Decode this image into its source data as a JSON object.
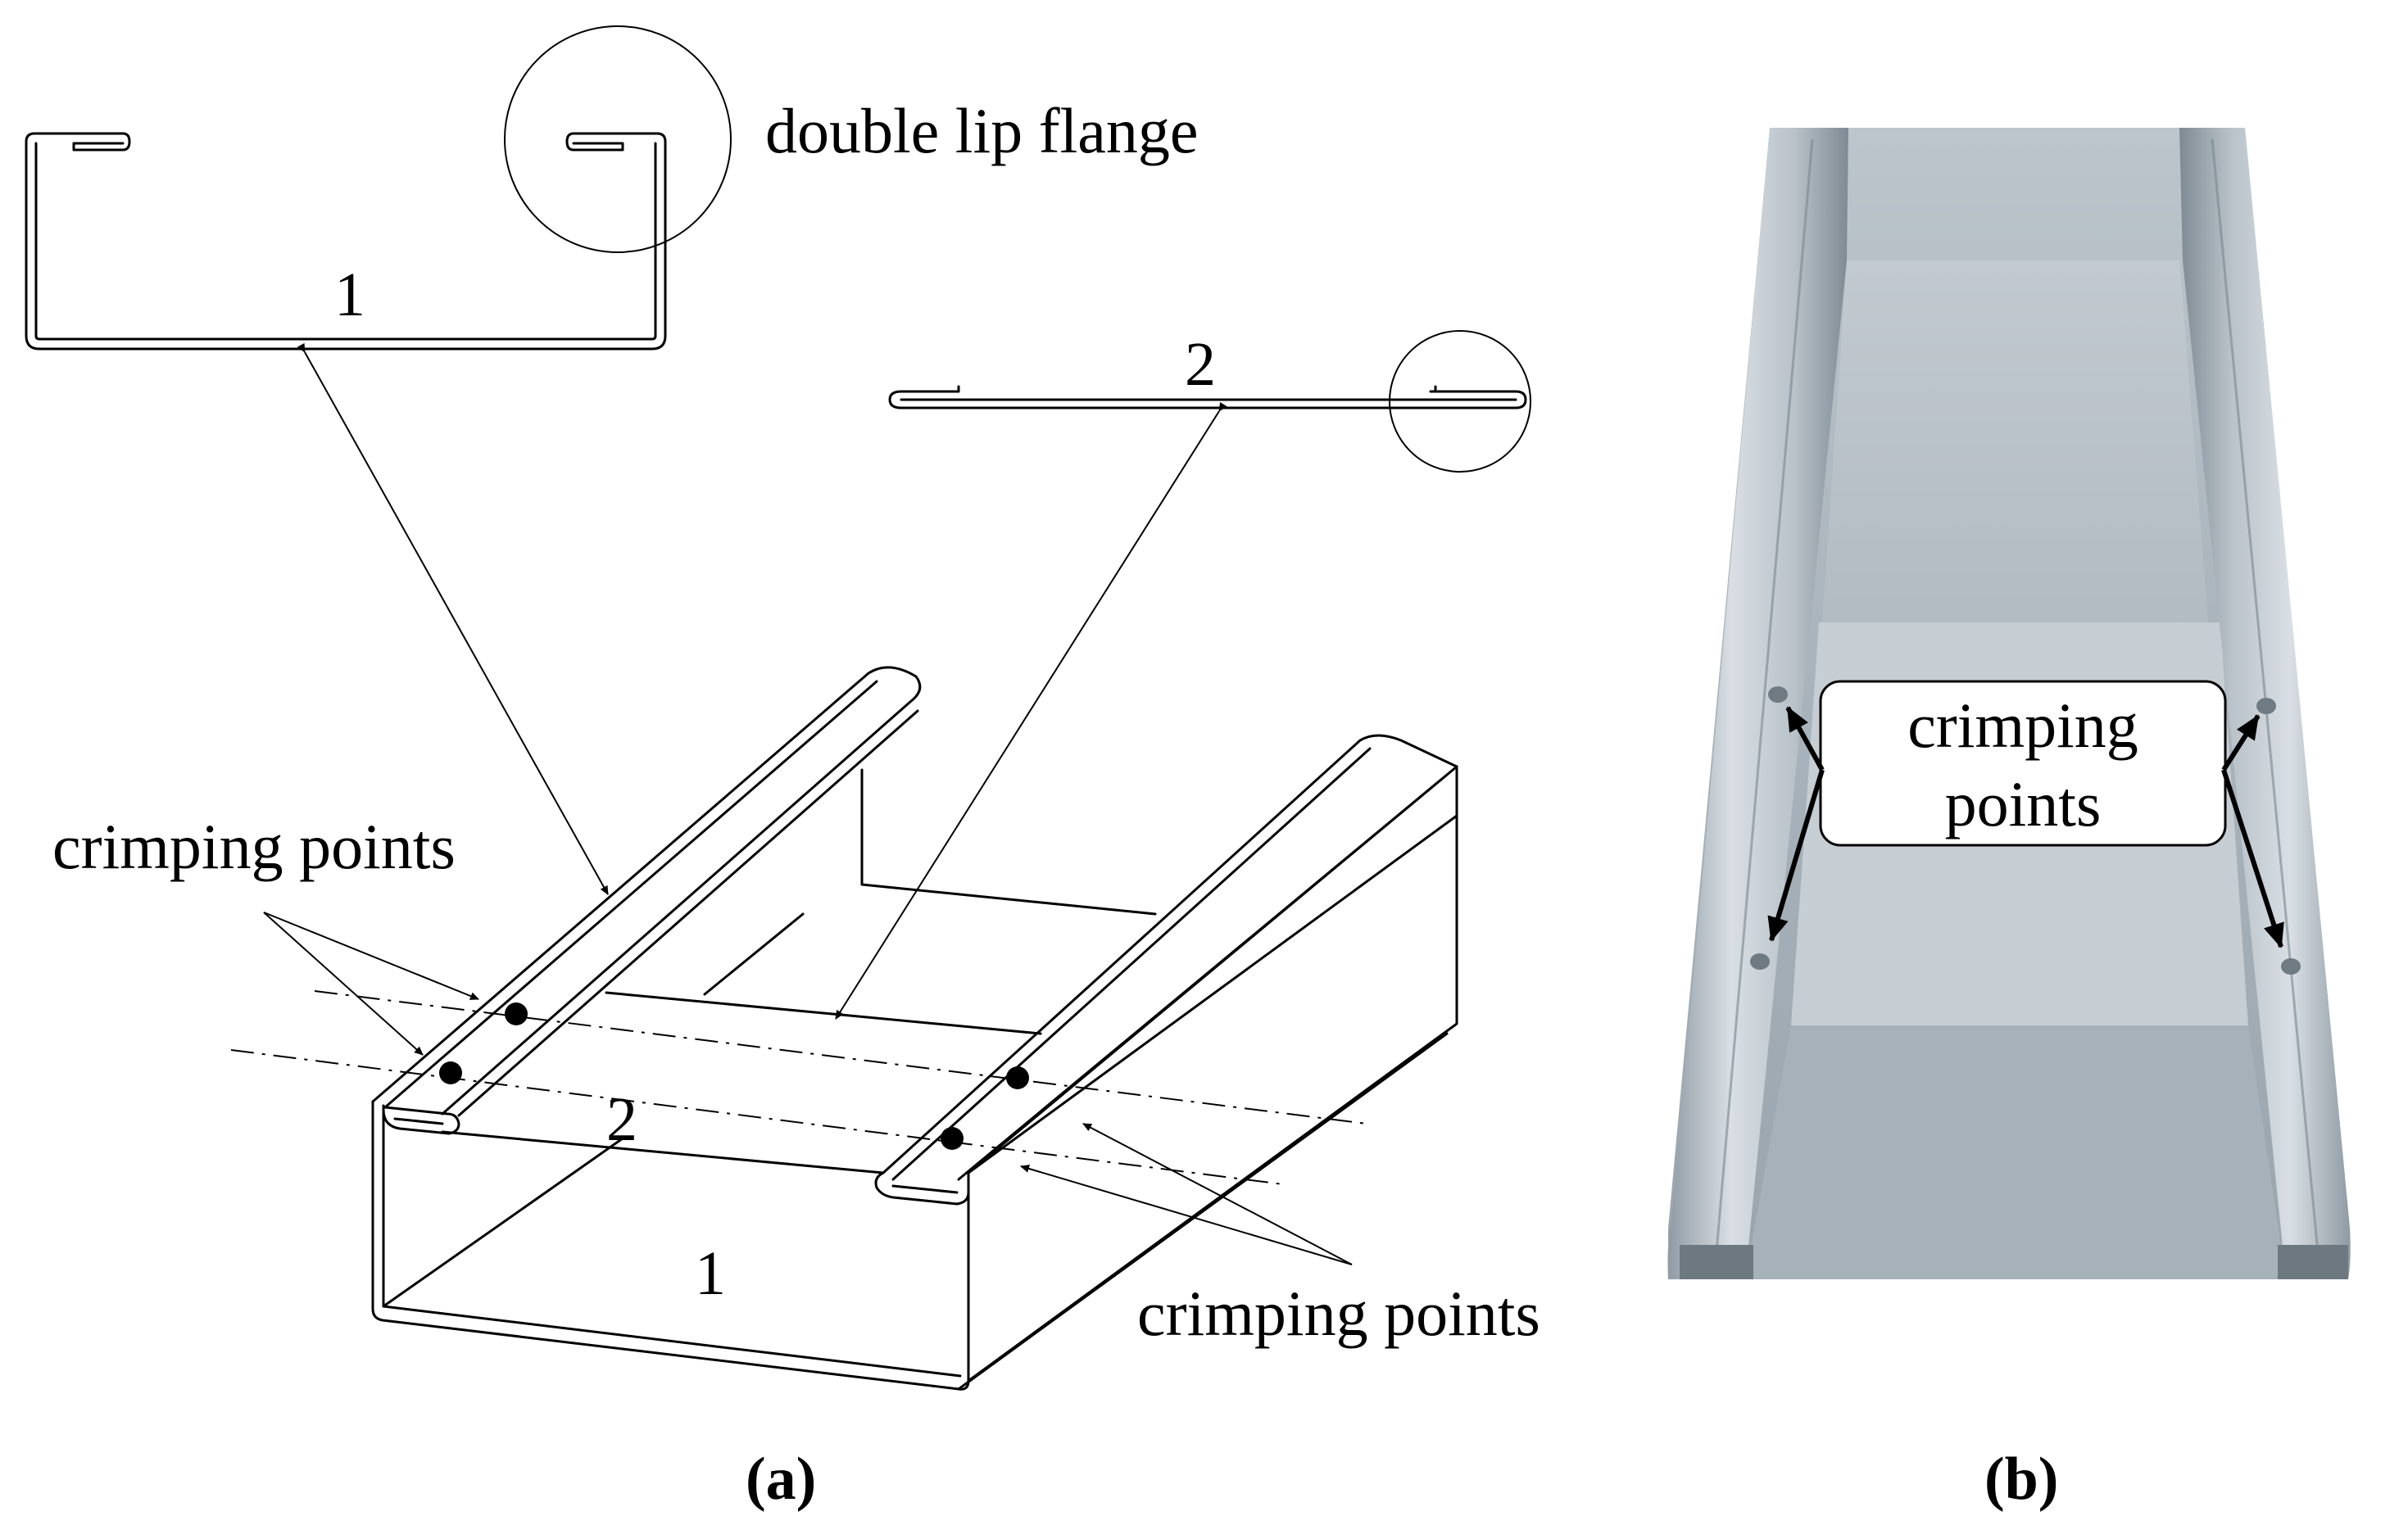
{
  "panel_a": {
    "label_double_lip": "double lip flange",
    "profile1_number": "1",
    "profile2_number": "2",
    "crimping_left": "crimping points",
    "crimping_right": "crimping points",
    "assembly_number_2": "2",
    "assembly_number_1": "1",
    "caption": "(a)"
  },
  "panel_b": {
    "crimping_line1": "crimping",
    "crimping_line2": "points",
    "caption": "(b)"
  }
}
